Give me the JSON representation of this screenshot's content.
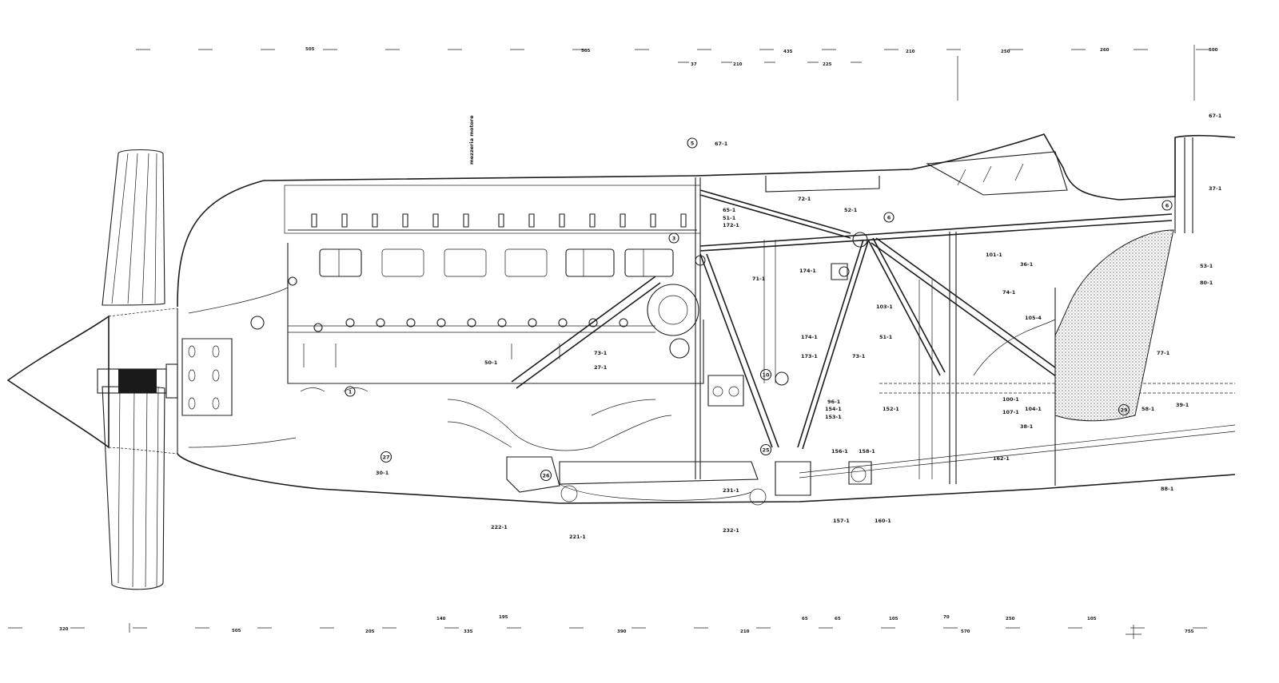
{
  "colors": {
    "paper": "#ffffff",
    "ink": "#1c1c1c",
    "hatch": "#6a6a6a"
  },
  "vertical_caption": "mezzeria motore",
  "top_dimensions": [
    {
      "id": "t1",
      "text": "505"
    },
    {
      "id": "t2",
      "text": "505"
    },
    {
      "id": "t3",
      "text": "435"
    },
    {
      "id": "t4",
      "text": "210"
    },
    {
      "id": "t5",
      "text": "250"
    },
    {
      "id": "t6",
      "text": "260"
    },
    {
      "id": "t7",
      "text": "500"
    },
    {
      "id": "t8",
      "text": "37"
    },
    {
      "id": "t9",
      "text": "210"
    },
    {
      "id": "t10",
      "text": "225"
    }
  ],
  "bottom_dimensions": [
    {
      "id": "b1",
      "text": "320"
    },
    {
      "id": "b2",
      "text": "505"
    },
    {
      "id": "b3",
      "text": "205"
    },
    {
      "id": "b4",
      "text": "140"
    },
    {
      "id": "b5",
      "text": "335"
    },
    {
      "id": "b6",
      "text": "195"
    },
    {
      "id": "b7",
      "text": "390"
    },
    {
      "id": "b8",
      "text": "210"
    },
    {
      "id": "b9",
      "text": "65"
    },
    {
      "id": "b10",
      "text": "65"
    },
    {
      "id": "b11",
      "text": "105"
    },
    {
      "id": "b12",
      "text": "70"
    },
    {
      "id": "b13",
      "text": "570"
    },
    {
      "id": "b14",
      "text": "250"
    },
    {
      "id": "b15",
      "text": "105"
    },
    {
      "id": "b16",
      "text": "755"
    }
  ],
  "circled_markers": [
    {
      "id": "m5",
      "text": "5"
    },
    {
      "id": "m3",
      "text": "3"
    },
    {
      "id": "m6a",
      "text": "6"
    },
    {
      "id": "m6b",
      "text": "6"
    },
    {
      "id": "m1",
      "text": "1"
    },
    {
      "id": "m10",
      "text": "10"
    },
    {
      "id": "m27",
      "text": "27"
    },
    {
      "id": "m26",
      "text": "26"
    },
    {
      "id": "m25",
      "text": "25"
    },
    {
      "id": "m29",
      "text": "29"
    }
  ],
  "part_labels": [
    {
      "id": "p67a",
      "text": "67-1"
    },
    {
      "id": "p67b",
      "text": "67-1"
    },
    {
      "id": "p37",
      "text": "37-1"
    },
    {
      "id": "p72",
      "text": "72-1"
    },
    {
      "id": "p52",
      "text": "52-1"
    },
    {
      "id": "p65",
      "text": "65-1"
    },
    {
      "id": "p51a",
      "text": "51-1"
    },
    {
      "id": "p172",
      "text": "172-1"
    },
    {
      "id": "p101",
      "text": "101-1"
    },
    {
      "id": "p36",
      "text": "36-1"
    },
    {
      "id": "p53",
      "text": "53-1"
    },
    {
      "id": "p174a",
      "text": "174-1"
    },
    {
      "id": "p71",
      "text": "71-1"
    },
    {
      "id": "p80",
      "text": "80-1"
    },
    {
      "id": "p74",
      "text": "74-1"
    },
    {
      "id": "p103",
      "text": "103-1"
    },
    {
      "id": "p105",
      "text": "105-4"
    },
    {
      "id": "p174b",
      "text": "174-1"
    },
    {
      "id": "p51b",
      "text": "51-1"
    },
    {
      "id": "p173",
      "text": "173-1"
    },
    {
      "id": "p73a",
      "text": "73-1"
    },
    {
      "id": "p77",
      "text": "77-1"
    },
    {
      "id": "p73b",
      "text": "73-1"
    },
    {
      "id": "p50",
      "text": "50-1"
    },
    {
      "id": "p27",
      "text": "27-1"
    },
    {
      "id": "p100",
      "text": "100-1"
    },
    {
      "id": "p96",
      "text": "96-1"
    },
    {
      "id": "p154",
      "text": "154-1"
    },
    {
      "id": "p153",
      "text": "153-1"
    },
    {
      "id": "p152",
      "text": "152-1"
    },
    {
      "id": "p104",
      "text": "104-1"
    },
    {
      "id": "p107",
      "text": "107-1"
    },
    {
      "id": "p58",
      "text": "58-1"
    },
    {
      "id": "p39a",
      "text": "39-1"
    },
    {
      "id": "p38",
      "text": "38-1"
    },
    {
      "id": "p156",
      "text": "156-1"
    },
    {
      "id": "p158",
      "text": "158-1"
    },
    {
      "id": "p162",
      "text": "162-1"
    },
    {
      "id": "p30",
      "text": "30-1"
    },
    {
      "id": "p88",
      "text": "88-1"
    },
    {
      "id": "p231",
      "text": "231-1"
    },
    {
      "id": "p222",
      "text": "222-1"
    },
    {
      "id": "p221",
      "text": "221-1"
    },
    {
      "id": "p232",
      "text": "232-1"
    },
    {
      "id": "p157",
      "text": "157-1"
    },
    {
      "id": "p160",
      "text": "160-1"
    }
  ]
}
